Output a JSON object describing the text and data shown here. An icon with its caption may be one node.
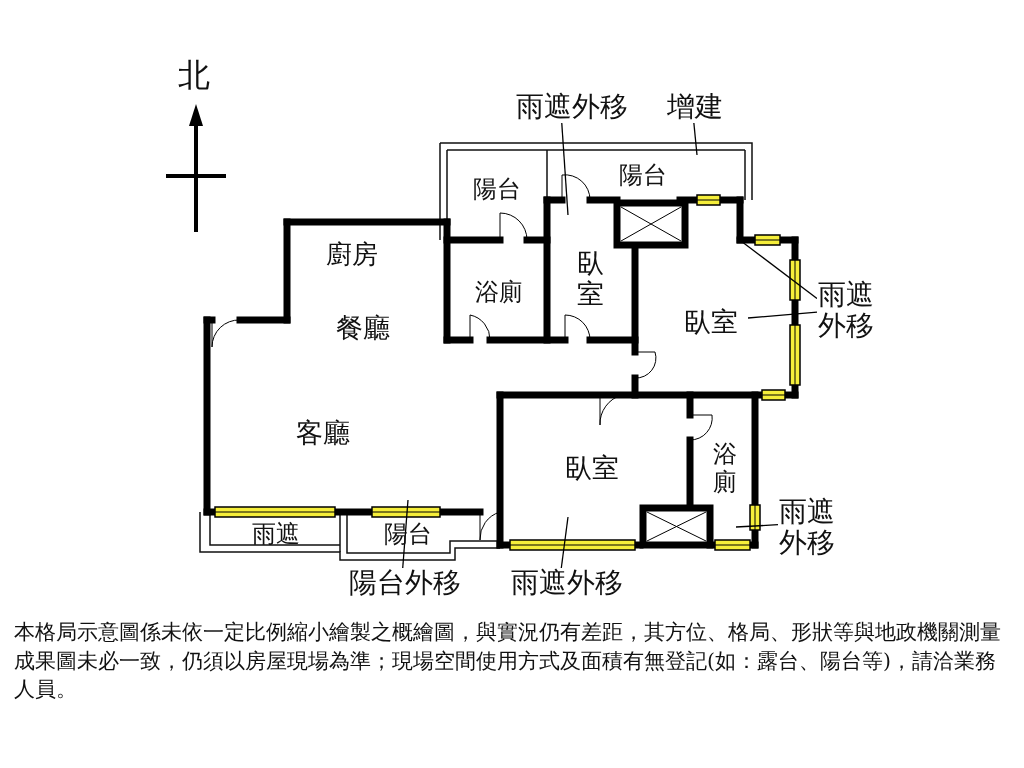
{
  "diagram": {
    "caption": "本格局示意圖係未依一定比例縮小繪製之概繪圖，與實況仍有差距，其方位、格局、形狀等與地政機關測量成果圖未必一致，仍須以房屋現場為準；現場空間使用方式及面積有無登記(如：露台、陽台等)，請洽業務人員。",
    "nodes": [
      {
        "text": [
          "雨遮外移"
        ]
      },
      {
        "text": [
          "增建"
        ]
      },
      {
        "text": [
          "雨遮外移"
        ]
      },
      {
        "text": [
          "雨遮外移"
        ]
      },
      {
        "text": [
          "陽台外移"
        ]
      },
      {
        "text": [
          "雨遮外移"
        ]
      }
    ],
    "edges": [
      {
        "from": 0,
        "to": null,
        "arrow": "none"
      },
      {
        "from": 1,
        "to": null,
        "arrow": "none"
      },
      {
        "from": 2,
        "to": null,
        "arrow": "none"
      },
      {
        "from": 2,
        "to": null,
        "arrow": "none"
      },
      {
        "from": 3,
        "to": null,
        "arrow": "none"
      },
      {
        "from": 4,
        "to": null,
        "arrow": "none"
      },
      {
        "from": 5,
        "to": null,
        "arrow": "none"
      }
    ],
    "labels": [
      "北",
      "陽台",
      "陽台",
      "廚房",
      "浴廁",
      "臥室",
      "餐廳",
      "臥室",
      "客廳",
      "浴廁",
      "臥室",
      "雨遮",
      "陽台"
    ]
  }
}
